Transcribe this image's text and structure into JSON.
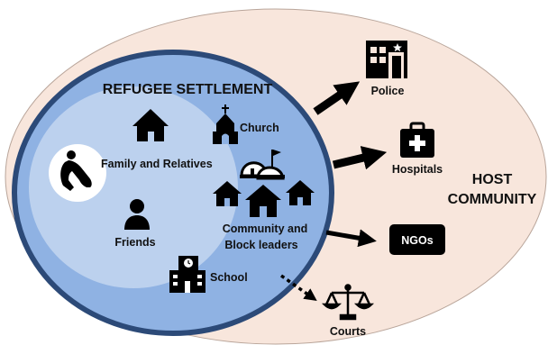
{
  "settlement": {
    "title": "REFUGEE SETTLEMENT",
    "nodes": {
      "church": "Church",
      "family": "Family and  Relatives",
      "friends": "Friends",
      "leaders_line1": "Community and",
      "leaders_line2": "Block leaders",
      "school": "School"
    }
  },
  "host": {
    "title_line1": "HOST",
    "title_line2": "COMMUNITY",
    "services": {
      "police": "Police",
      "hospitals": "Hospitals",
      "ngos": "NGOs",
      "courts": "Courts"
    }
  },
  "icons": [
    "person-sitting-icon",
    "house-icon",
    "church-icon",
    "user-icon",
    "dome-tent-icon",
    "houses-icon",
    "school-icon",
    "police-station-icon",
    "first-aid-kit-icon",
    "scales-of-justice-icon"
  ],
  "colors": {
    "host_fill": "#f8e6dc",
    "settlement_fill": "#8fb2e3",
    "settlement_border": "#2c4a78",
    "inner_circle": "#bcd1ee",
    "arrow": "#000000"
  }
}
